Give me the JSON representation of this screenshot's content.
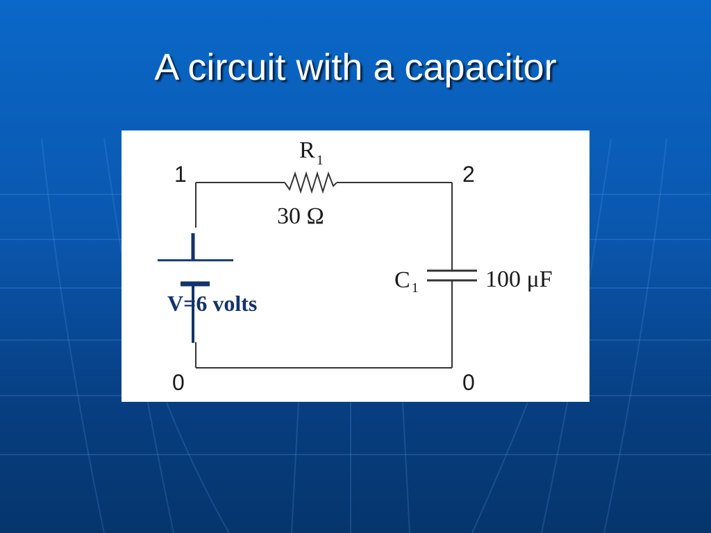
{
  "slide": {
    "title": "A circuit with a capacitor"
  },
  "diagram": {
    "nodes": {
      "top_left": "1",
      "top_right": "2",
      "bottom_left": "0",
      "bottom_right": "0"
    },
    "resistor": {
      "name": "R",
      "subscript": "1",
      "value": "30 Ω"
    },
    "capacitor": {
      "name": "C",
      "subscript": "1",
      "value": "100 μF"
    },
    "battery": {
      "label": "V=6 volts"
    }
  },
  "colors": {
    "background_top": "#0a68c8",
    "background_bottom": "#06356c",
    "title_text": "#ffffff",
    "wire": "#333333",
    "battery": "#13336b"
  }
}
